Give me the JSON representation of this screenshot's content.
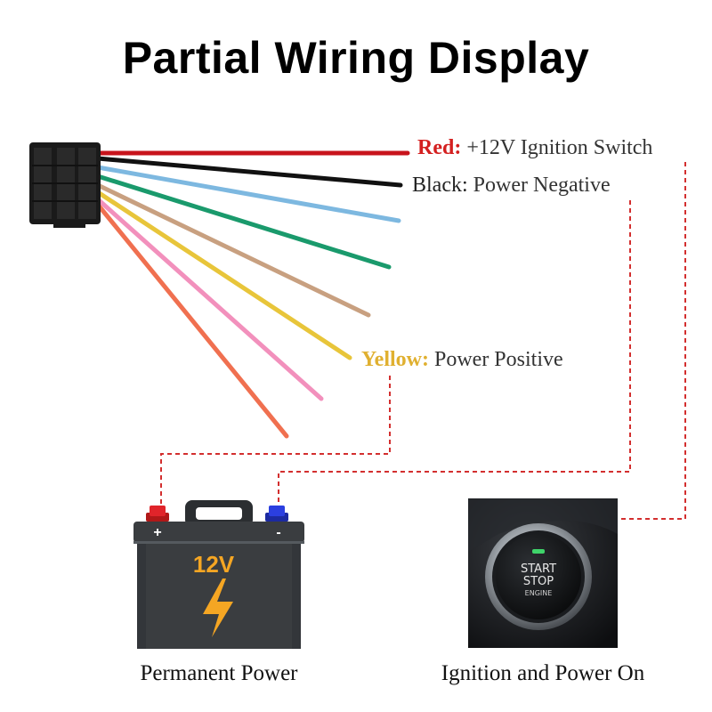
{
  "title": "Partial Wiring Display",
  "wires": [
    {
      "color_name": "Red:",
      "function": "+12V Ignition Switch",
      "hex": "#c8141c"
    },
    {
      "color_name": "Black:",
      "function": "Power Negative",
      "hex": "#111111"
    },
    {
      "color_name": "Yellow:",
      "function": "Power Positive",
      "hex": "#e8c53a"
    }
  ],
  "unlabeled_wire_colors": [
    "#7db8e0",
    "#1a9a6c",
    "#c8a080",
    "#f290bc",
    "#f07050"
  ],
  "battery": {
    "voltage": "12V",
    "positive": "+",
    "negative": "-",
    "caption": "Permanent Power"
  },
  "ignition_button": {
    "line1": "START",
    "line2": "STOP",
    "line3": "ENGINE",
    "caption": "Ignition and Power On"
  },
  "colors": {
    "red_label": "#d42020",
    "yellow_label": "#e0b030",
    "dashed_line": "#d32f2f",
    "battery_body": "#3a3d40",
    "bolt": "#f5a623"
  }
}
